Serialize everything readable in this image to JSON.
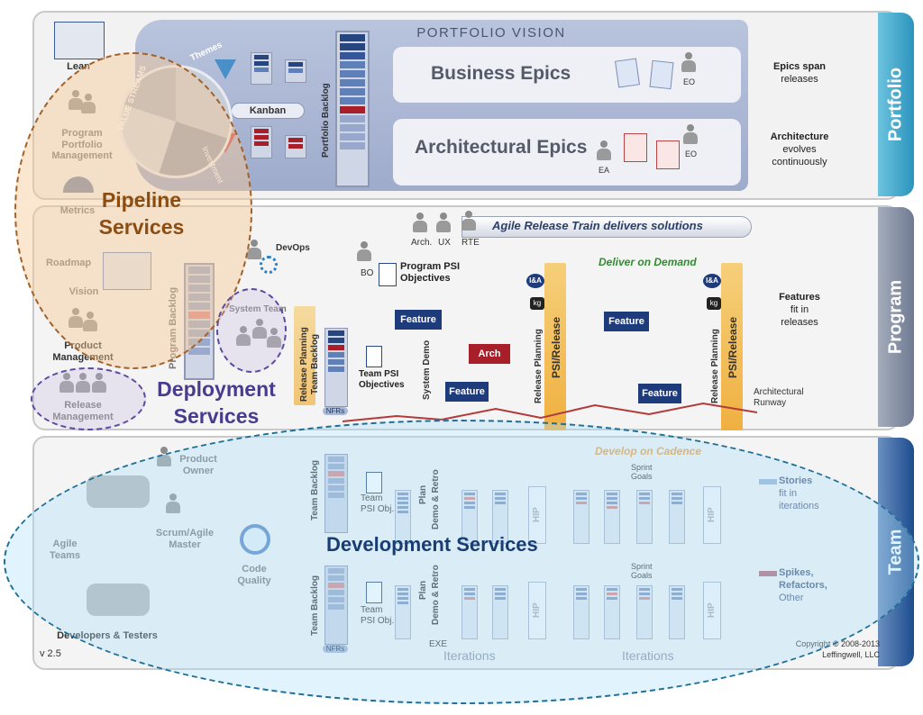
{
  "portfolio": {
    "tab": "Portfolio",
    "vision_banner": "PORTFOLIO VISION",
    "business_epics": "Business Epics",
    "architectural_epics": "Architectural Epics",
    "kanban": "Kanban",
    "portfolio_backlog": "Portfolio Backlog",
    "themes": "Themes",
    "value_streams": "VALUE STREAMS",
    "investment": "Investment",
    "lean": "Lean",
    "ppm": "Program Portfolio Management",
    "metrics": "Metrics",
    "eo1": "EO",
    "eo2": "EO",
    "ea": "EA",
    "note1_bold": "Epics span",
    "note1": "releases",
    "note2_bold": "Architecture",
    "note2a": "evolves",
    "note2b": "continuously"
  },
  "program": {
    "tab": "Program",
    "art": "Agile Release Train delivers solutions",
    "arch": "Arch.",
    "ux": "UX",
    "rte": "RTE",
    "devops": "DevOps",
    "bo": "BO",
    "psi_objectives": "Program PSI Objectives",
    "deliver_on_demand": "Deliver on Demand",
    "roadmap": "Roadmap",
    "vision": "Vision",
    "product_management": "Product Management",
    "release_management": "Release Management",
    "program_backlog": "Program Backlog",
    "system_team": "System Team",
    "release_planning_1": "Release Planning",
    "team_backlog": "Team Backlog",
    "nfrs": "NFRs",
    "team_psi_objectives": "Team PSI Objectives",
    "system_demo": "System Demo",
    "feature_1": "Feature",
    "feature_2": "Feature",
    "feature_3": "Feature",
    "feature_4": "Feature",
    "arch_box": "Arch",
    "release_planning_2": "Release Planning",
    "psi_release_1": "PSI/Release",
    "release_planning_3": "Release Planning",
    "psi_release_2": "PSI/Release",
    "ia1": "I&A",
    "ia2": "I&A",
    "kg1": "kg",
    "kg2": "kg",
    "architectural_runway": "Architectural Runway",
    "note_bold": "Features",
    "note_a": "fit in",
    "note_b": "releases"
  },
  "team": {
    "tab": "Team",
    "develop_on_cadence": "Develop on Cadence",
    "product_owner": "Product Owner",
    "scrum_master": "Scrum/Agile Master",
    "agile_teams": "Agile Teams",
    "code_quality": "Code Quality",
    "developers_testers": "Developers & Testers",
    "team_backlog_1": "Team Backlog",
    "team_backlog_2": "Team Backlog",
    "team_psi_obj_1": "Team PSI Obj.",
    "team_psi_obj_2": "Team PSI Obj.",
    "nfrs": "NFRs",
    "plan1": "Plan",
    "demo_retro1": "Demo & Retro",
    "plan2": "Plan",
    "demo_retro2": "Demo & Retro",
    "exe": "EXE",
    "hip1": "HIP",
    "hip2": "HIP",
    "hip3": "HIP",
    "hip4": "HIP",
    "sprint_goals_1": "Sprint Goals",
    "sprint_goals_2": "Sprint Goals",
    "iterations_1": "Iterations",
    "iterations_2": "Iterations",
    "stories_bold": "Stories",
    "stories_a": "fit in",
    "stories_b": "iterations",
    "spikes_bold": "Spikes,",
    "spikes_a": "Refactors,",
    "spikes_b": "Other",
    "version": "v 2.5",
    "copyright_a": "Copyright © 2008-2013",
    "copyright_b": "Leffingwell, LLC"
  },
  "overlays": {
    "pipeline_a": "Pipeline",
    "pipeline_b": "Services",
    "deployment_a": "Deployment",
    "deployment_b": "Services",
    "development": "Development Services"
  },
  "colors": {
    "tab_blue": "#3aa6c9",
    "tab_dark": "#7f8aa0",
    "team_tab": "#1c4c8f",
    "feature": "#1e3b7c",
    "arch": "#a81f2a",
    "pipeline_ring": "#a0622a",
    "deployment_ring": "#5b4a9e",
    "development_ring": "#1f6f96",
    "orange": "#f0b040"
  }
}
